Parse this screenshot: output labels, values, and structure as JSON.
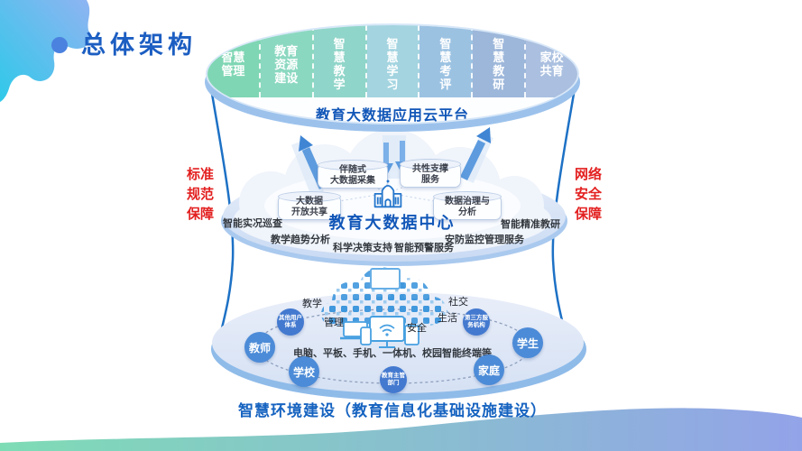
{
  "slide": {
    "title": "总体架构"
  },
  "platform": {
    "caption": "教育大数据应用云平台",
    "pillars": [
      {
        "label": "智慧管理",
        "lines": [
          "智慧",
          "管理"
        ],
        "color": "#7fd6b4"
      },
      {
        "label": "教育资源建设",
        "lines": [
          "教育",
          "资源",
          "建设"
        ],
        "color": "#8bd8c0"
      },
      {
        "label": "智慧教学",
        "lines": [
          "智",
          "慧",
          "教",
          "学"
        ],
        "color": "#90d5c9"
      },
      {
        "label": "智慧学习",
        "lines": [
          "智",
          "慧",
          "学",
          "习"
        ],
        "color": "#a3d4e0"
      },
      {
        "label": "智慧考评",
        "lines": [
          "智",
          "慧",
          "考",
          "评"
        ],
        "color": "#9cc2e2"
      },
      {
        "label": "智慧教研",
        "lines": [
          "智",
          "慧",
          "教",
          "研"
        ],
        "color": "#9db7da"
      },
      {
        "label": "家校共育",
        "lines": [
          "家校",
          "共育"
        ],
        "color": "#abc0e0"
      }
    ]
  },
  "assurance": {
    "left": {
      "label": "标准规范保障",
      "lines": [
        "标准",
        "规范",
        "保障"
      ],
      "color": "#e32020"
    },
    "right": {
      "label": "网络安全保障",
      "lines": [
        "网络",
        "安全",
        "保障"
      ],
      "color": "#e32020"
    }
  },
  "data_center": {
    "title": "教育大数据中心",
    "stores": [
      {
        "label": "伴随式大数据采集",
        "lines": [
          "伴随式",
          "大数据采集"
        ]
      },
      {
        "label": "共性支撑服务",
        "lines": [
          "共性支撑",
          "服务"
        ]
      },
      {
        "label": "大数据开放共享",
        "lines": [
          "大数据",
          "开放共享"
        ]
      },
      {
        "label": "数据治理与分析",
        "lines": [
          "数据治理与",
          "分析"
        ]
      }
    ],
    "services": [
      "智能实况巡查",
      "教学趋势分析",
      "科学决策支持",
      "智能预警服务",
      "安防监控管理服务",
      "智能精准教研"
    ]
  },
  "environment": {
    "caption": "智慧环境建设（教育信息化基础设施建设）",
    "cloud_tags": [
      "教学",
      "管理",
      "社交",
      "生活",
      "安全"
    ],
    "devices_label": "电脑、平板、手机、一体机、校园智能终端等",
    "roles_large": [
      "教师",
      "学校",
      "学生",
      "家庭"
    ],
    "roles_small": [
      {
        "label": "其他用户体系",
        "lines": [
          "其他用户",
          "体系"
        ]
      },
      {
        "label": "第三方服务机构",
        "lines": [
          "第三方服",
          "务机构"
        ]
      },
      {
        "label": "教育主管部门",
        "lines": [
          "教育主管",
          "部门"
        ]
      }
    ]
  },
  "colors": {
    "accent_blue": "#1c5ec2",
    "caption_blue": "#1257b8",
    "alert_red": "#e32020"
  }
}
